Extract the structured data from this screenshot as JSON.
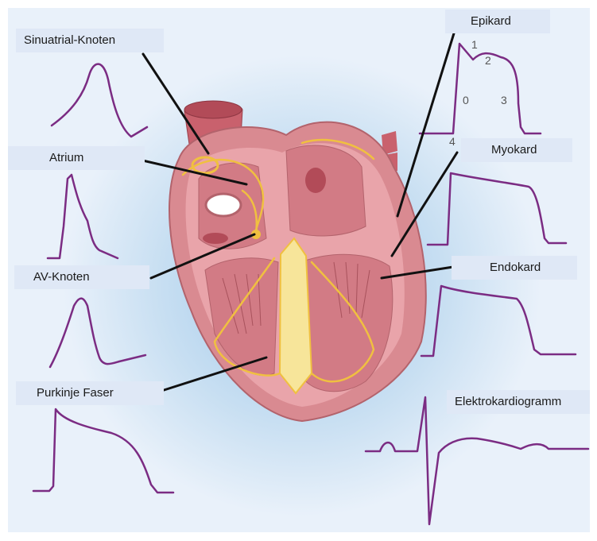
{
  "labels": {
    "sa": "Sinuatrial-Knoten",
    "atrium": "Atrium",
    "av": "AV-Knoten",
    "purkinje": "Purkinje Faser",
    "epikard": "Epikard",
    "myokard": "Myokard",
    "endokard": "Endokard",
    "ekg": "Elektrokardiogramm"
  },
  "phases": [
    "0",
    "1",
    "2",
    "3",
    "4"
  ],
  "colors": {
    "trace": "#7b2c83",
    "label_bg": "#dfe8f6",
    "heart_muscle": "#d4878f",
    "conduction": "#f0c040"
  }
}
